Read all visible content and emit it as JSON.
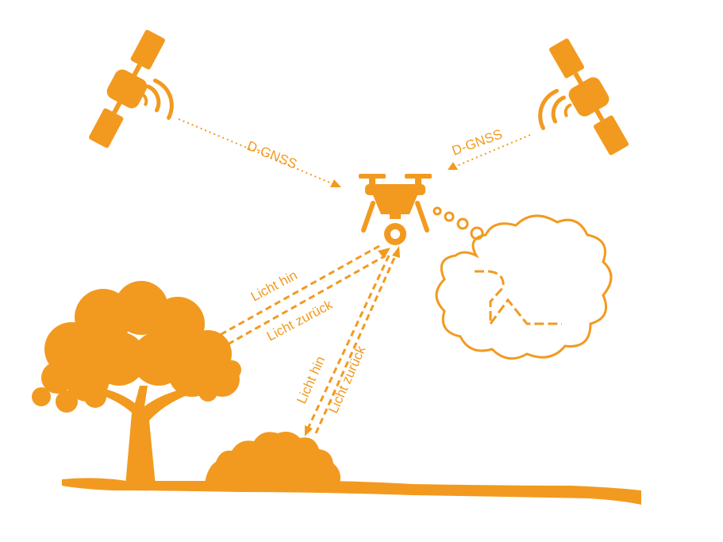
{
  "colors": {
    "accent": "#F29A1F",
    "background": "#ffffff"
  },
  "labels": {
    "gnss_left": "D-GNSS",
    "gnss_right": "D-GNSS",
    "tree_light_out": "Licht hin",
    "tree_light_back": "Licht zurück",
    "bush_light_out": "Licht hin",
    "bush_light_back": "Licht zurück"
  },
  "icons": {
    "satellite_left": "satellite-icon",
    "satellite_right": "satellite-icon",
    "drone": "drone-icon",
    "thought_cloud": "thought-cloud-icon",
    "tree": "tree-icon",
    "bush": "bush-icon",
    "ground": "ground-icon"
  }
}
